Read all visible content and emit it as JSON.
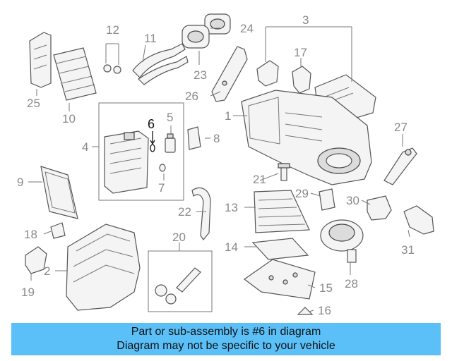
{
  "diagram": {
    "callouts": [
      "1",
      "2",
      "3",
      "4",
      "5",
      "6",
      "7",
      "8",
      "9",
      "10",
      "11",
      "12",
      "13",
      "14",
      "15",
      "16",
      "17",
      "18",
      "19",
      "20",
      "21",
      "22",
      "23",
      "24",
      "25",
      "26",
      "27",
      "28",
      "29",
      "30",
      "31"
    ],
    "highlighted_part": "6"
  },
  "banner": {
    "line1": "Part or sub-assembly is #6 in diagram",
    "line2": "Diagram may not be specific to your vehicle"
  },
  "colors": {
    "banner": "#5bc0f8",
    "callout": "#8a8a8a",
    "highlight": "#111111"
  }
}
